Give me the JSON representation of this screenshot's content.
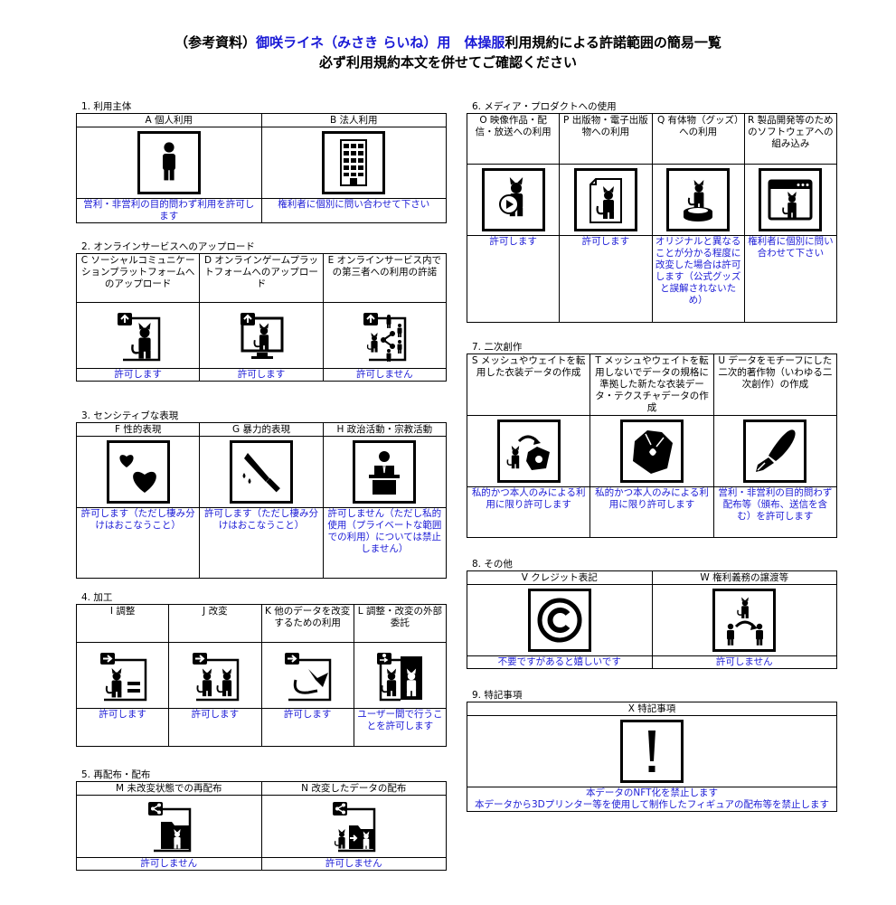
{
  "title": {
    "line1_prefix": "（参考資料）",
    "line1_blue": "御咲ライネ（みさき らいね）用　体操服",
    "line1_suffix": "利用規約による許諾範囲の簡易一覧",
    "line2": "必ず利用規約本文を併せてご確認ください"
  },
  "colors": {
    "status_text": "#1a1ad6",
    "border": "#000000"
  },
  "sections": [
    {
      "label": "1. 利用主体",
      "items": [
        {
          "head": "A 個人利用",
          "icon": "person-icon",
          "status": "営利・非営利の目的問わず利用を許可します"
        },
        {
          "head": "B 法人利用",
          "icon": "building-icon",
          "status": "権利者に個別に問い合わせて下さい"
        }
      ]
    },
    {
      "label": "2. オンラインサービスへのアップロード",
      "items": [
        {
          "head": "C ソーシャルコミュニケーションプラットフォームへのアップロード",
          "icon": "sns-upload-icon",
          "status": "許可します"
        },
        {
          "head": "D オンラインゲームプラットフォームへのアップロード",
          "icon": "game-upload-icon",
          "status": "許可します"
        },
        {
          "head": "E オンラインサービス内での第三者への利用の許諾",
          "icon": "share-third-party-icon",
          "status": "許可しません"
        }
      ]
    },
    {
      "label": "3. センシティブな表現",
      "items": [
        {
          "head": "F 性的表現",
          "icon": "hearts-icon",
          "status": "許可します（ただし棲み分けはおこなうこと）"
        },
        {
          "head": "G 暴力的表現",
          "icon": "knife-icon",
          "status": "許可します（ただし棲み分けはおこなうこと）"
        },
        {
          "head": "H 政治活動・宗教活動",
          "icon": "podium-icon",
          "status": "許可しません（ただし私的使用（プライベートな範囲での利用）については禁止しません）"
        }
      ]
    },
    {
      "label": "4. 加工",
      "items": [
        {
          "head": "I 調整",
          "icon": "adjust-icon",
          "status": "許可します"
        },
        {
          "head": "J 改変",
          "icon": "modify-icon",
          "status": "許可します"
        },
        {
          "head": "K 他のデータを改変するための利用",
          "icon": "parts-reuse-icon",
          "status": "許可します"
        },
        {
          "head": "L 調整・改変の外部委託",
          "icon": "outsource-icon",
          "status": "ユーザー間で行うことを許可します"
        }
      ]
    },
    {
      "label": "5. 再配布・配布",
      "items": [
        {
          "head": "M 未改変状態での再配布",
          "icon": "redistribute-icon",
          "status": "許可しません"
        },
        {
          "head": "N 改変したデータの配布",
          "icon": "distribute-modified-icon",
          "status": "許可しません"
        }
      ]
    },
    {
      "label": "6. メディア・プロダクトへの使用",
      "items": [
        {
          "head": "O 映像作品・配信・放送への利用",
          "icon": "video-icon",
          "status": "許可します"
        },
        {
          "head": "P 出版物・電子出版物への利用",
          "icon": "publication-icon",
          "status": "許可します"
        },
        {
          "head": "Q 有体物（グッズ）への利用",
          "icon": "figure-goods-icon",
          "status": "オリジナルと異なることが分かる程度に改変した場合は許可します（公式グッズと誤解されないため）"
        },
        {
          "head": "R 製品開発等のためのソフトウェアへの組み込み",
          "icon": "software-icon",
          "status": "権利者に個別に問い合わせて下さい"
        }
      ]
    },
    {
      "label": "7. 二次創作",
      "items": [
        {
          "head": "S メッシュやウェイトを転用した衣装データの作成",
          "icon": "outfit-transfer-icon",
          "status": "私的かつ本人のみによる利用に限り許可します"
        },
        {
          "head": "T メッシュやウェイトを転用しないでデータの規格に準拠した新たな衣装データ・テクスチャデータの作成",
          "icon": "outfit-icon",
          "status": "私的かつ本人のみによる利用に限り許可します"
        },
        {
          "head": "U データをモチーフにした二次的著作物（いわゆる二次創作）の作成",
          "icon": "pen-nib-icon",
          "status": "営利・非営利の目的問わず配布等（頒布、送信を含む）を許可します"
        }
      ]
    },
    {
      "label": "8. その他",
      "items": [
        {
          "head": "V クレジット表記",
          "icon": "copyright-icon",
          "status": "不要ですがあると嬉しいです"
        },
        {
          "head": "W 権利義務の譲渡等",
          "icon": "transfer-rights-icon",
          "status": "許可しません"
        }
      ]
    },
    {
      "label": "9. 特記事項",
      "items": [
        {
          "head": "X 特記事項",
          "icon": "exclamation-icon",
          "status": "本データのNFT化を禁止します",
          "status2": "本データから3Dプリンター等を使用して制作したフィギュアの配布等を禁止します"
        }
      ]
    }
  ]
}
